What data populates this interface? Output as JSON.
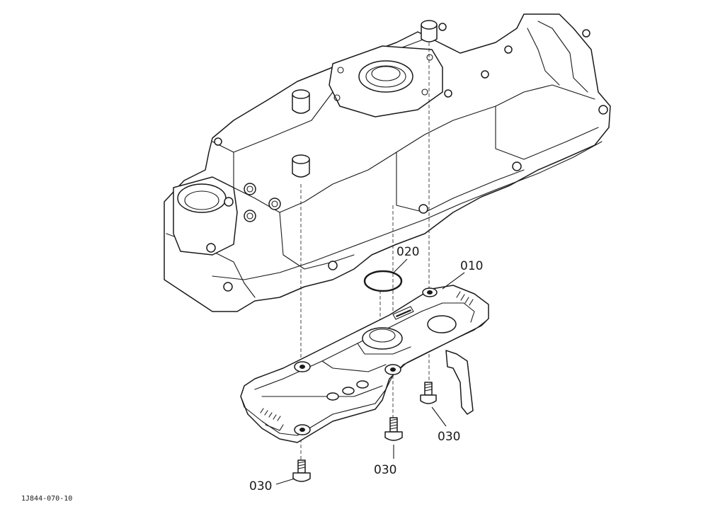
{
  "figure_id": "1J844-070-10",
  "callouts": {
    "part_010": "010",
    "part_020": "020",
    "part_030_left": "030",
    "part_030_middle": "030",
    "part_030_right": "030"
  },
  "colors": {
    "line": "#1a1a1a",
    "background": "#ffffff"
  }
}
